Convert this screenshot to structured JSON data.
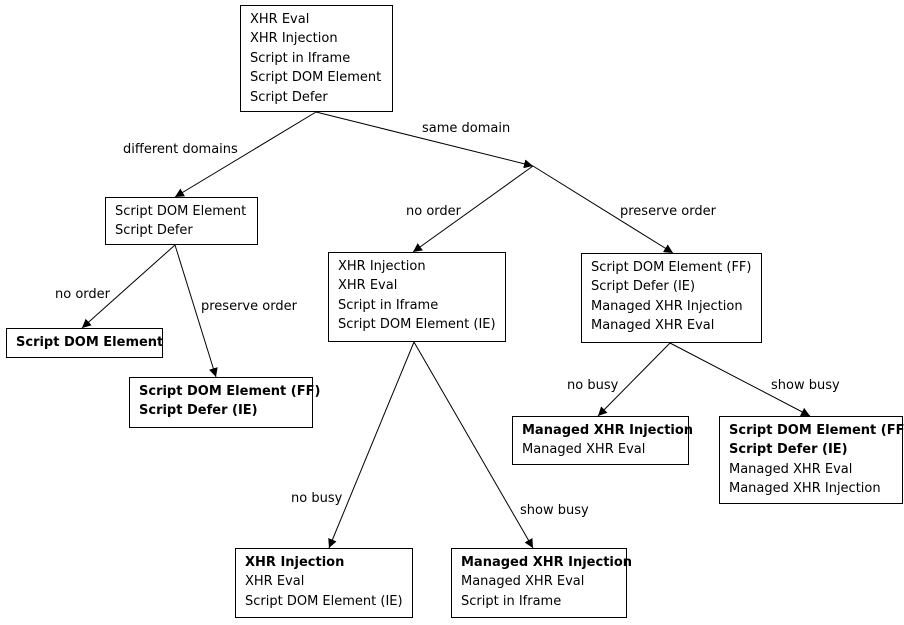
{
  "nodes": {
    "root": {
      "lines": [
        {
          "text": "XHR Eval",
          "bold": false
        },
        {
          "text": "XHR Injection",
          "bold": false
        },
        {
          "text": "Script in Iframe",
          "bold": false
        },
        {
          "text": "Script DOM Element",
          "bold": false
        },
        {
          "text": "Script Defer",
          "bold": false
        }
      ]
    },
    "diff_domains": {
      "lines": [
        {
          "text": "Script DOM Element",
          "bold": false
        },
        {
          "text": "Script Defer",
          "bold": false
        }
      ]
    },
    "diff_no_order": {
      "lines": [
        {
          "text": "Script DOM Element",
          "bold": true
        }
      ]
    },
    "diff_preserve": {
      "lines": [
        {
          "text": "Script DOM Element (FF)",
          "bold": true
        },
        {
          "text": "Script Defer (IE)",
          "bold": true
        }
      ]
    },
    "same_no_order": {
      "lines": [
        {
          "text": "XHR Injection",
          "bold": false
        },
        {
          "text": "XHR Eval",
          "bold": false
        },
        {
          "text": "Script in Iframe",
          "bold": false
        },
        {
          "text": "Script DOM Element (IE)",
          "bold": false
        }
      ]
    },
    "same_preserve": {
      "lines": [
        {
          "text": "Script DOM Element (FF)",
          "bold": false
        },
        {
          "text": "Script Defer (IE)",
          "bold": false
        },
        {
          "text": "Managed XHR Injection",
          "bold": false
        },
        {
          "text": "Managed XHR Eval",
          "bold": false
        }
      ]
    },
    "no_order_no_busy": {
      "lines": [
        {
          "text": "XHR Injection",
          "bold": true
        },
        {
          "text": "XHR Eval",
          "bold": false
        },
        {
          "text": "Script DOM Element (IE)",
          "bold": false
        }
      ]
    },
    "no_order_show_busy": {
      "lines": [
        {
          "text": "Managed XHR Injection",
          "bold": true
        },
        {
          "text": "Managed XHR Eval",
          "bold": false
        },
        {
          "text": "Script in Iframe",
          "bold": false
        }
      ]
    },
    "preserve_no_busy": {
      "lines": [
        {
          "text": "Managed XHR Injection",
          "bold": true
        },
        {
          "text": "Managed XHR Eval",
          "bold": false
        }
      ]
    },
    "preserve_show_busy": {
      "lines": [
        {
          "text": "Script DOM Element (FF)",
          "bold": true
        },
        {
          "text": "Script Defer (IE)",
          "bold": true
        },
        {
          "text": "Managed XHR Eval",
          "bold": false
        },
        {
          "text": "Managed XHR Injection",
          "bold": false
        }
      ]
    }
  },
  "edge_labels": {
    "different_domains": "different domains",
    "same_domain": "same domain",
    "diff_no_order": "no order",
    "diff_preserve_order": "preserve order",
    "same_no_order": "no order",
    "same_preserve_order": "preserve order",
    "no_order_no_busy": "no busy",
    "no_order_show_busy": "show busy",
    "preserve_no_busy": "no busy",
    "preserve_show_busy": "show busy"
  }
}
